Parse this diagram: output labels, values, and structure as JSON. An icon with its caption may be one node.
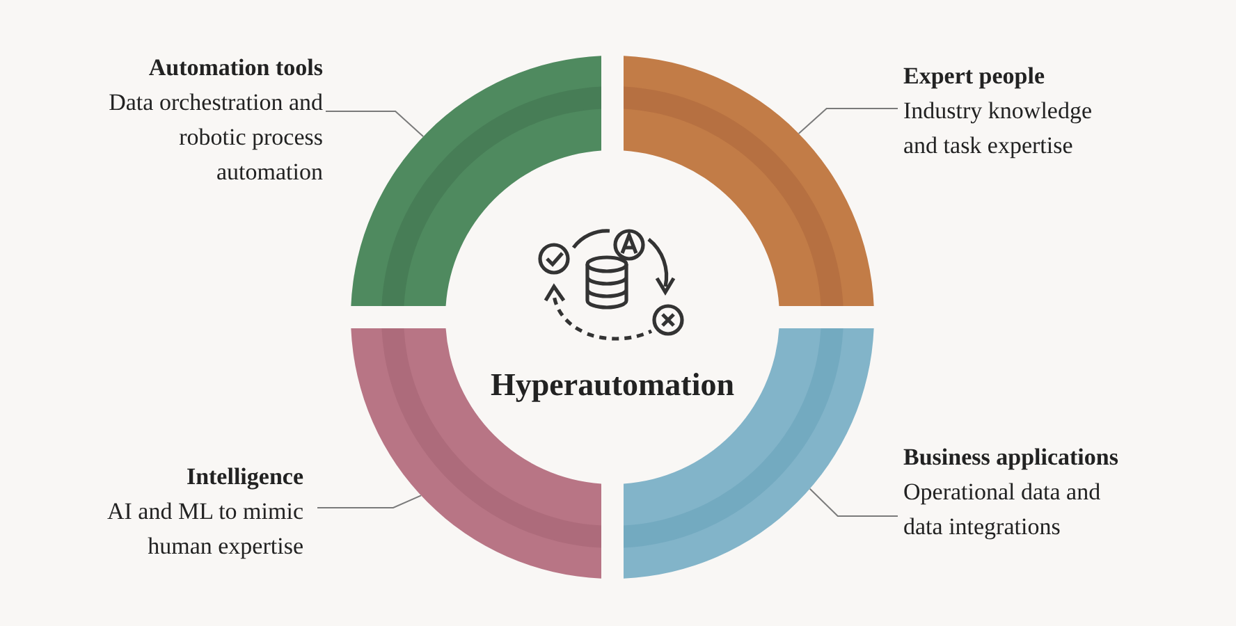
{
  "diagram": {
    "nodes": [
      {
        "text": [
          "Automation tools",
          "Data orchestration and robotic process automation"
        ]
      },
      {
        "text": [],
        "shape": "arc"
      },
      {
        "text": [
          "Expert people",
          "Industry knowledge and task expertise"
        ]
      },
      {
        "text": [],
        "shape": "arc"
      },
      {
        "text": [
          "Hyperautomation"
        ]
      },
      {
        "text": [
          "Intelligence",
          "AI and ML to mimic human expertise"
        ]
      },
      {
        "text": [],
        "shape": "arc"
      },
      {
        "text": [
          "Business applications",
          "Operational data and data integrations"
        ]
      },
      {
        "text": [],
        "shape": "arc"
      }
    ],
    "edges": [
      {
        "from": 0,
        "to": 1,
        "arrow": "none"
      },
      {
        "from": 2,
        "to": 3,
        "arrow": "none"
      },
      {
        "from": 5,
        "to": 6,
        "arrow": "none"
      },
      {
        "from": 7,
        "to": 8,
        "arrow": "none"
      }
    ]
  }
}
